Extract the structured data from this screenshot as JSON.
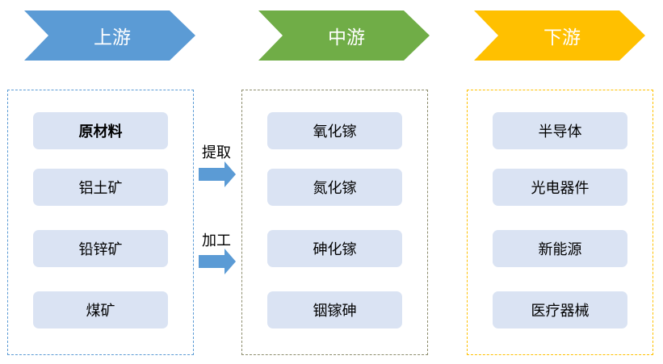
{
  "stages": [
    {
      "id": "upstream",
      "label": "上游",
      "color": "#5b9bd5",
      "border_color": "#5b9bd5",
      "items": [
        {
          "label": "原材料",
          "bold": true
        },
        {
          "label": "铝土矿",
          "bold": false
        },
        {
          "label": "铅锌矿",
          "bold": false
        },
        {
          "label": "煤矿",
          "bold": false
        }
      ]
    },
    {
      "id": "midstream",
      "label": "中游",
      "color": "#70ad47",
      "border_color": "#7f7f5f",
      "items": [
        {
          "label": "氧化镓",
          "bold": false
        },
        {
          "label": "氮化镓",
          "bold": false
        },
        {
          "label": "砷化镓",
          "bold": false
        },
        {
          "label": "铟镓砷",
          "bold": false
        }
      ]
    },
    {
      "id": "downstream",
      "label": "下游",
      "color": "#ffc000",
      "border_color": "#ffc000",
      "items": [
        {
          "label": "半导体",
          "bold": false
        },
        {
          "label": "光电器件",
          "bold": false
        },
        {
          "label": "新能源",
          "bold": false
        },
        {
          "label": "医疗器械",
          "bold": false
        }
      ]
    }
  ],
  "connectors": [
    {
      "label": "提取",
      "color": "#5b9bd5"
    },
    {
      "label": "加工",
      "color": "#5b9bd5"
    }
  ]
}
